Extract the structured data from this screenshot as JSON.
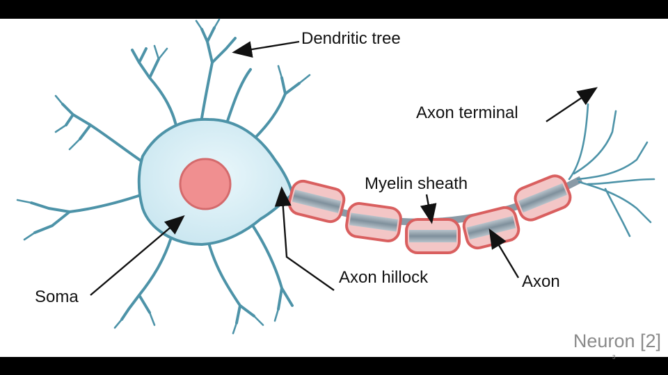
{
  "diagram": {
    "labels": {
      "dendritic_tree": "Dendritic tree",
      "axon_terminal": "Axon terminal",
      "myelin_sheath": "Myelin sheath",
      "axon_hillock": "Axon hillock",
      "soma": "Soma",
      "axon": "Axon"
    },
    "colors": {
      "dendrite": "#4d93a8",
      "soma_fill": "#d8eef6",
      "nucleus": "#f08f90",
      "myelin_border": "#d95f5f",
      "myelin_fill": "#f3c6c6",
      "axon_core": "#8a9aa6"
    }
  },
  "caption": "Neuron [2]",
  "page_number": "3"
}
